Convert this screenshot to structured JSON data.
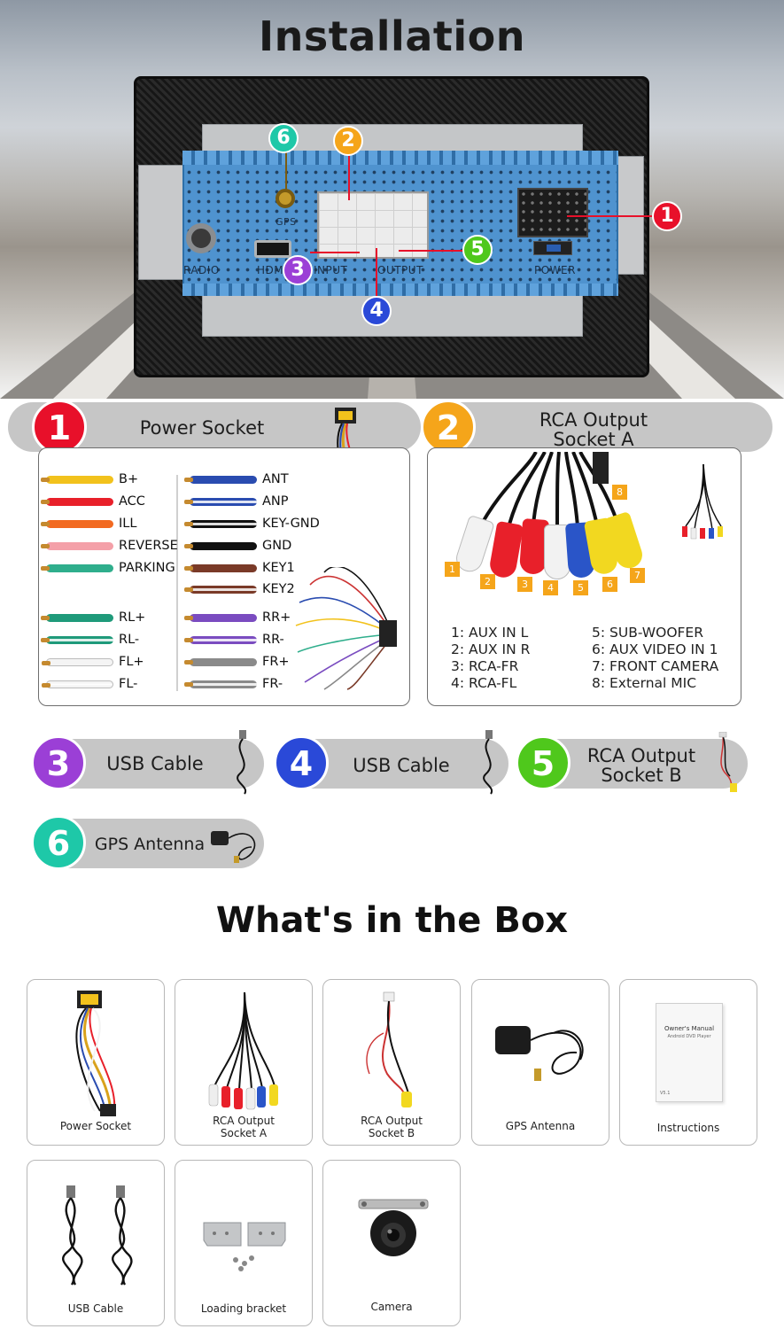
{
  "hero": {
    "title": "Installation",
    "port_labels": {
      "radio": "RADIO",
      "hdmi": "HDMI",
      "input": "INPUT",
      "output": "OUTPUT",
      "power": "POWER",
      "gps": "GPS"
    },
    "callouts": [
      "1",
      "2",
      "3",
      "4",
      "5",
      "6"
    ]
  },
  "sections": {
    "power_socket": {
      "number": "1",
      "title": "Power Socket",
      "left_wires": [
        {
          "label": "B+",
          "color": "#f2c21c"
        },
        {
          "label": "ACC",
          "color": "#e8202a"
        },
        {
          "label": "ILL",
          "color": "#f26a21"
        },
        {
          "label": "REVERSE",
          "color": "#f4a0a8"
        },
        {
          "label": "PARKING",
          "color": "#2fae8c"
        },
        {
          "label": "RL+",
          "color": "#1f9a7a"
        },
        {
          "label": "RL-",
          "color": "#1f9a7a"
        },
        {
          "label": "FL+",
          "color": "#f4f4f4"
        },
        {
          "label": "FL-",
          "color": "#f4f4f4"
        }
      ],
      "right_wires": [
        {
          "label": "ANT",
          "color": "#2a4cb0"
        },
        {
          "label": "ANP",
          "color": "#2a4cb0"
        },
        {
          "label": "KEY-GND",
          "color": "#111111"
        },
        {
          "label": "GND",
          "color": "#111111"
        },
        {
          "label": "KEY1",
          "color": "#7a3a28"
        },
        {
          "label": "KEY2",
          "color": "#7a3a28"
        },
        {
          "label": "RR+",
          "color": "#7a4cc0"
        },
        {
          "label": "RR-",
          "color": "#7a4cc0"
        },
        {
          "label": "FR+",
          "color": "#8a8a8a"
        },
        {
          "label": "FR-",
          "color": "#8a8a8a"
        }
      ]
    },
    "rca_a": {
      "number": "2",
      "title_line1": "RCA Output",
      "title_line2": "Socket A",
      "tags": [
        "1",
        "2",
        "3",
        "4",
        "5",
        "6",
        "7",
        "8"
      ],
      "list_left": [
        "1: AUX IN L",
        "2: AUX IN R",
        "3: RCA-FR",
        "4: RCA-FL"
      ],
      "list_right": [
        "5: SUB-WOOFER",
        "6: AUX VIDEO IN 1",
        "7: FRONT CAMERA",
        "8: External MIC"
      ]
    },
    "usb_cable_3": {
      "number": "3",
      "title": "USB Cable"
    },
    "usb_cable_4": {
      "number": "4",
      "title": "USB Cable"
    },
    "rca_b": {
      "number": "5",
      "title_line1": "RCA Output",
      "title_line2": "Socket B"
    },
    "gps": {
      "number": "6",
      "title": "GPS Antenna"
    }
  },
  "box": {
    "title": "What's in the Box",
    "items": [
      {
        "line1": "Power Socket",
        "line2": ""
      },
      {
        "line1": "RCA Output",
        "line2": "Socket A"
      },
      {
        "line1": "RCA Output",
        "line2": "Socket B"
      },
      {
        "line1": "GPS Antenna",
        "line2": ""
      },
      {
        "line1": "Instructions",
        "line2": ""
      },
      {
        "line1": "USB Cable",
        "line2": ""
      },
      {
        "line1": "Loading bracket",
        "line2": ""
      },
      {
        "line1": "Camera",
        "line2": ""
      }
    ],
    "manual": {
      "title": "Owner's Manual",
      "subtitle": "Android DVD Player",
      "version": "V5.1"
    }
  },
  "colors": {
    "red": "#e8102a",
    "orange": "#f5a51a",
    "purple": "#9b3fd6",
    "blue": "#2a49d8",
    "green": "#4fc81c",
    "teal": "#1ec8a8",
    "pill_gray": "#c6c6c6",
    "panel_blue": "#4f93cf"
  }
}
